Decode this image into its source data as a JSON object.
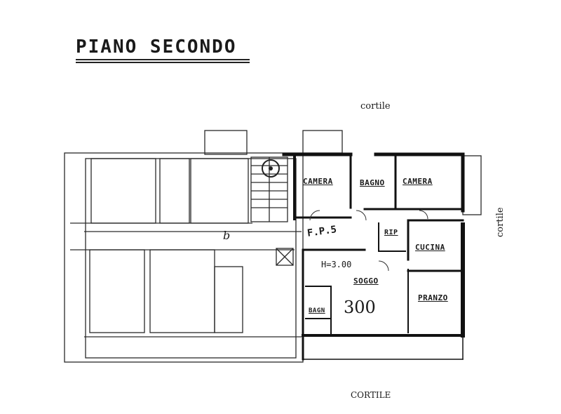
{
  "title": "PIANO SECONDO",
  "side_labels": {
    "top": "cortile",
    "right": "cortile",
    "bottom": "CORTILE"
  },
  "rooms": {
    "camera_left": "CAMERA",
    "bagno_top": "BAGNO",
    "camera_right": "CAMERA",
    "rip": "RIP",
    "cucina": "CUCINA",
    "soggiorno": "SOGGO",
    "pranzo": "PRANZO",
    "bagno_small": "BAGN"
  },
  "annotations": {
    "height": "H=3.00",
    "area": "300",
    "b_mark": "b",
    "fp": "F.P.5"
  },
  "colors": {
    "line": "#222222",
    "wall": "#111111",
    "background": "#ffffff"
  }
}
